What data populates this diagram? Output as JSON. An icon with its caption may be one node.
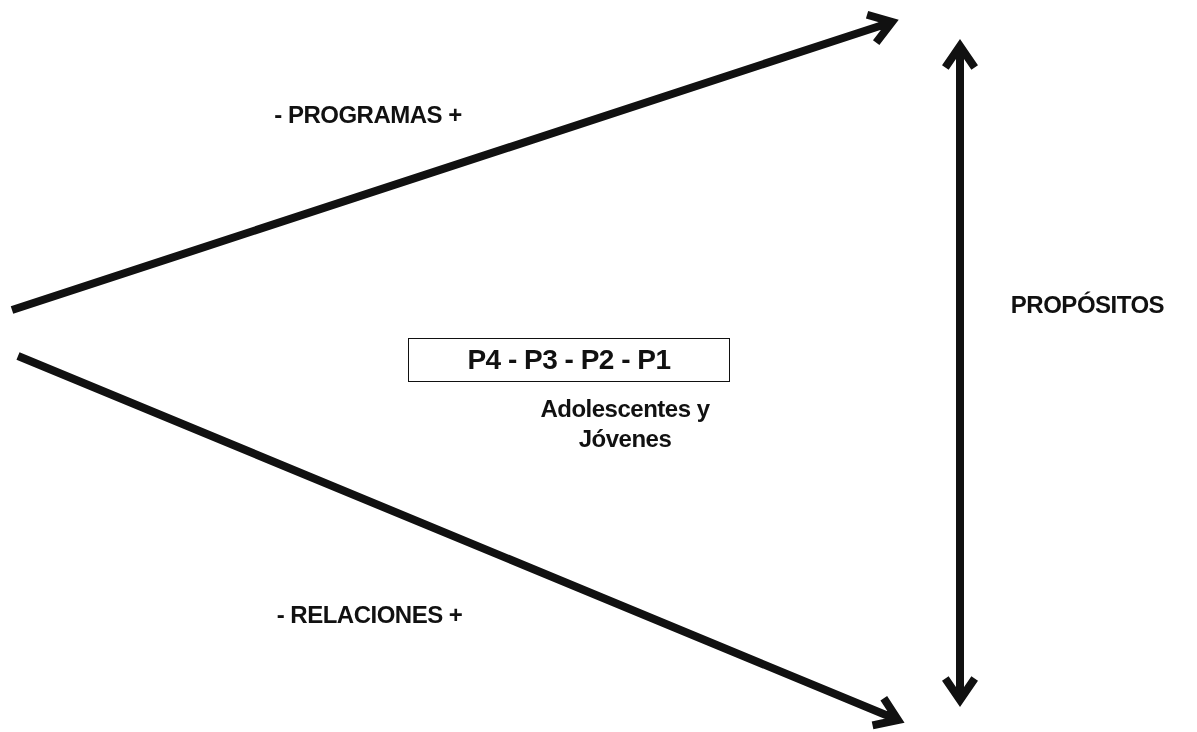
{
  "diagram": {
    "nodes": [
      {
        "text": [
          "P4 - P3 - P2 - P1"
        ]
      }
    ],
    "labels": [
      "- PROGRAMAS +",
      "PROPÓSITOS",
      "Adolescentes y Jóvenes",
      "- RELACIONES +"
    ]
  }
}
